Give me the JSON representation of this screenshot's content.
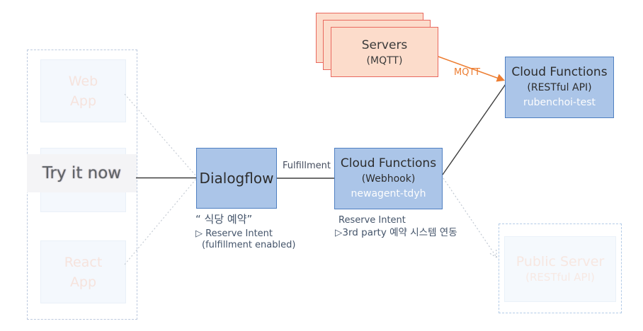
{
  "colors": {
    "node_blue_fill": "#abc5e8",
    "node_blue_border": "#4f7fc1",
    "server_fill": "#fcdccb",
    "server_border": "#e9695f",
    "accent_orange": "#ed7d31",
    "annotation_text": "#44546a",
    "badge_text": "#fdfdfd",
    "faint_label_text": "#f6e3dd",
    "try_band_fill": "#f4f4f6"
  },
  "client_group": {
    "web_app": {
      "line1": "Web",
      "line2": "App"
    },
    "react_app": {
      "line1": "React",
      "line2": "App"
    },
    "try_it_now_label": "Try it now"
  },
  "nodes": {
    "dialogflow": {
      "title": "Dialogflow"
    },
    "webhook": {
      "title": "Cloud Functions",
      "subtitle": "(Webhook)",
      "badge": "newagent-tdyh"
    },
    "restful": {
      "title": "Cloud Functions",
      "subtitle": "(RESTful API)",
      "badge": "rubenchoi-test"
    },
    "servers": {
      "title": "Servers",
      "subtitle": "(MQTT)"
    },
    "public_server": {
      "title": "Public Server",
      "subtitle": "(RESTful API)"
    }
  },
  "edge_labels": {
    "fulfillment": "Fulfillment",
    "mqtt": "MQTT"
  },
  "annotations": {
    "dialogflow": {
      "line1": "“ 식당 예약”",
      "line2": "▷ Reserve Intent",
      "line3": "(fulfillment enabled)"
    },
    "webhook": {
      "line1": "Reserve Intent",
      "line2": "▷3rd party 예약 시스템 연동"
    }
  }
}
